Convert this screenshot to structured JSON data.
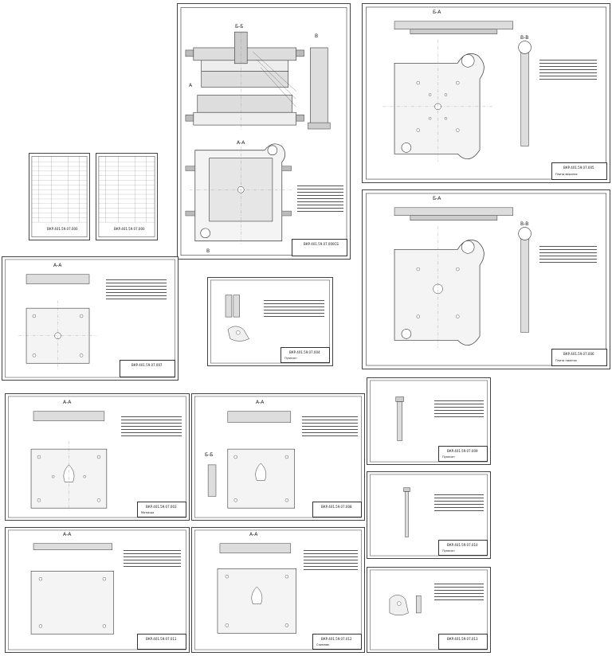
{
  "sheets": {
    "assembly": {
      "section_bb": "Б-Б",
      "section_aa": "А-А",
      "view_a": "А",
      "view_b": "В",
      "view_v": "В",
      "code": "ВКР.401.59.07.000СБ"
    },
    "plate_top_right": {
      "section": "Б-А",
      "section2": "В-В",
      "name": "Плита верхняя",
      "code": "ВКР.401.59.07.005"
    },
    "plate_mid_right": {
      "section": "Б-А",
      "section2": "В-В",
      "name": "Плита нижняя",
      "code": "ВКР.401.59.07.006"
    },
    "spec_1": {
      "code": "ВКР.401.59.07.000"
    },
    "spec_2": {
      "code": "ВКР.401.59.07.000"
    },
    "plate_left": {
      "section": "А-А",
      "code": "ВКР.401.59.07.007"
    },
    "punch_small": {
      "code": "ВКР.401.59.07.004",
      "name": "Пуансон"
    },
    "matrix": {
      "section": "А-А",
      "code": "ВКР.401.59.07.003",
      "name": "Матрица"
    },
    "stripper": {
      "section": "А-А",
      "section2": "Б-Б",
      "code": "ВКР.401.59.07.008"
    },
    "pin_1": {
      "code": "ВКР.401.59.07.009",
      "name": "Пуансон"
    },
    "pin_2": {
      "code": "ВКР.401.59.07.010",
      "name": "Пуансон"
    },
    "plate_bottom_left": {
      "section": "А-А",
      "code": "ВКР.401.59.07.011"
    },
    "stripper_bottom": {
      "section": "А-А",
      "code": "ВКР.401.59.07.012",
      "name": "Съемник"
    },
    "part_small": {
      "code": "ВКР.401.59.07.013"
    }
  }
}
